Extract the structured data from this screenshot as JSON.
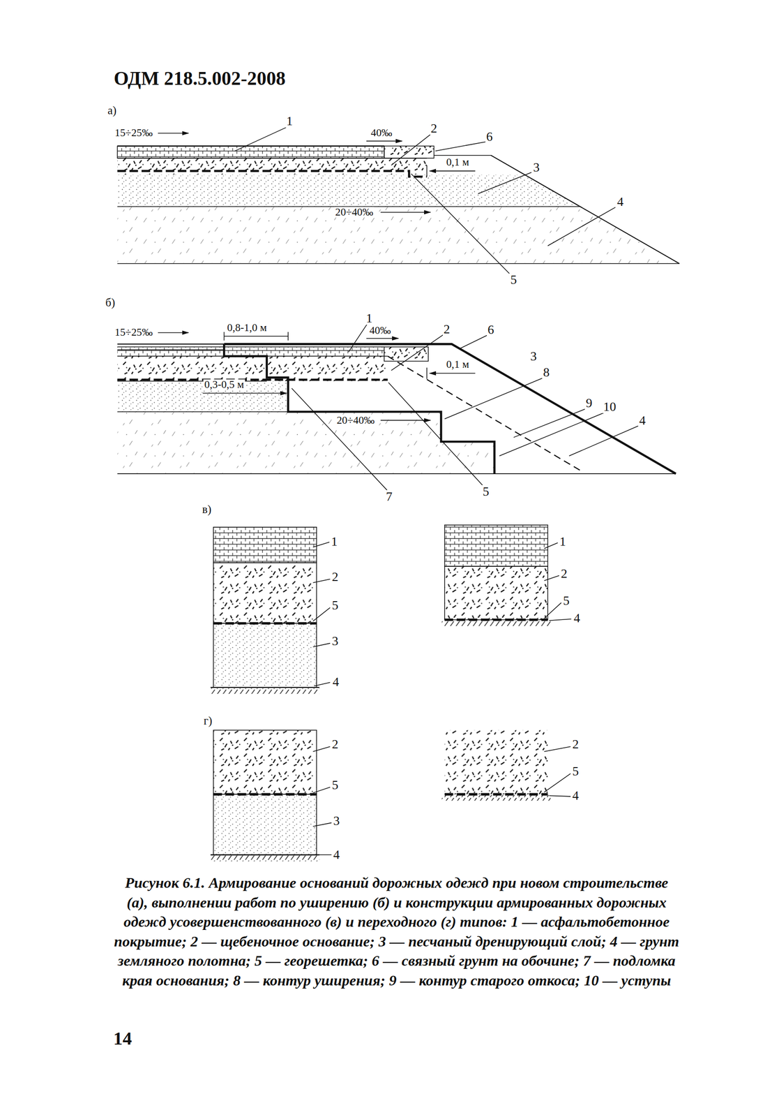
{
  "diagram": {
    "title": "ОДМ 218.5.002-2008",
    "caption": "Рисунок 6.1. Армирование оснований дорожных одежд при новом строительстве (а), выполнении работ по уширению (б) и конструкции армированных дорожных одежд усовершенствованного (в) и переходного (г) типов: 1 — асфальтобетонное покрытие; 2 — щебеночное основание; 3 — песчаный дренирующий слой; 4 — грунт земляного полотна; 5 — георешетка; 6 — связный грунт на обочине; 7 — подломка края основания; 8 — контур уширения; 9 — контур старого откоса; 10 — уступы",
    "labels": [
      "а)",
      "1",
      "15÷25‰",
      "40‰",
      "2",
      "6",
      "0,1 м",
      "3",
      "20÷40‰",
      "4",
      "5",
      "б)",
      "1",
      "15÷25‰",
      "0,8-1,0 м",
      "40‰",
      "2",
      "6",
      "0,1 м",
      "3",
      "8",
      "0,3-0,5 м",
      "9",
      "10",
      "20÷40‰",
      "4",
      "7",
      "5",
      "в)",
      "1",
      "2",
      "5",
      "3",
      "4",
      "1",
      "2",
      "5",
      "4",
      "г)",
      "2",
      "5",
      "3",
      "4",
      "2",
      "5",
      "4",
      "14"
    ]
  }
}
